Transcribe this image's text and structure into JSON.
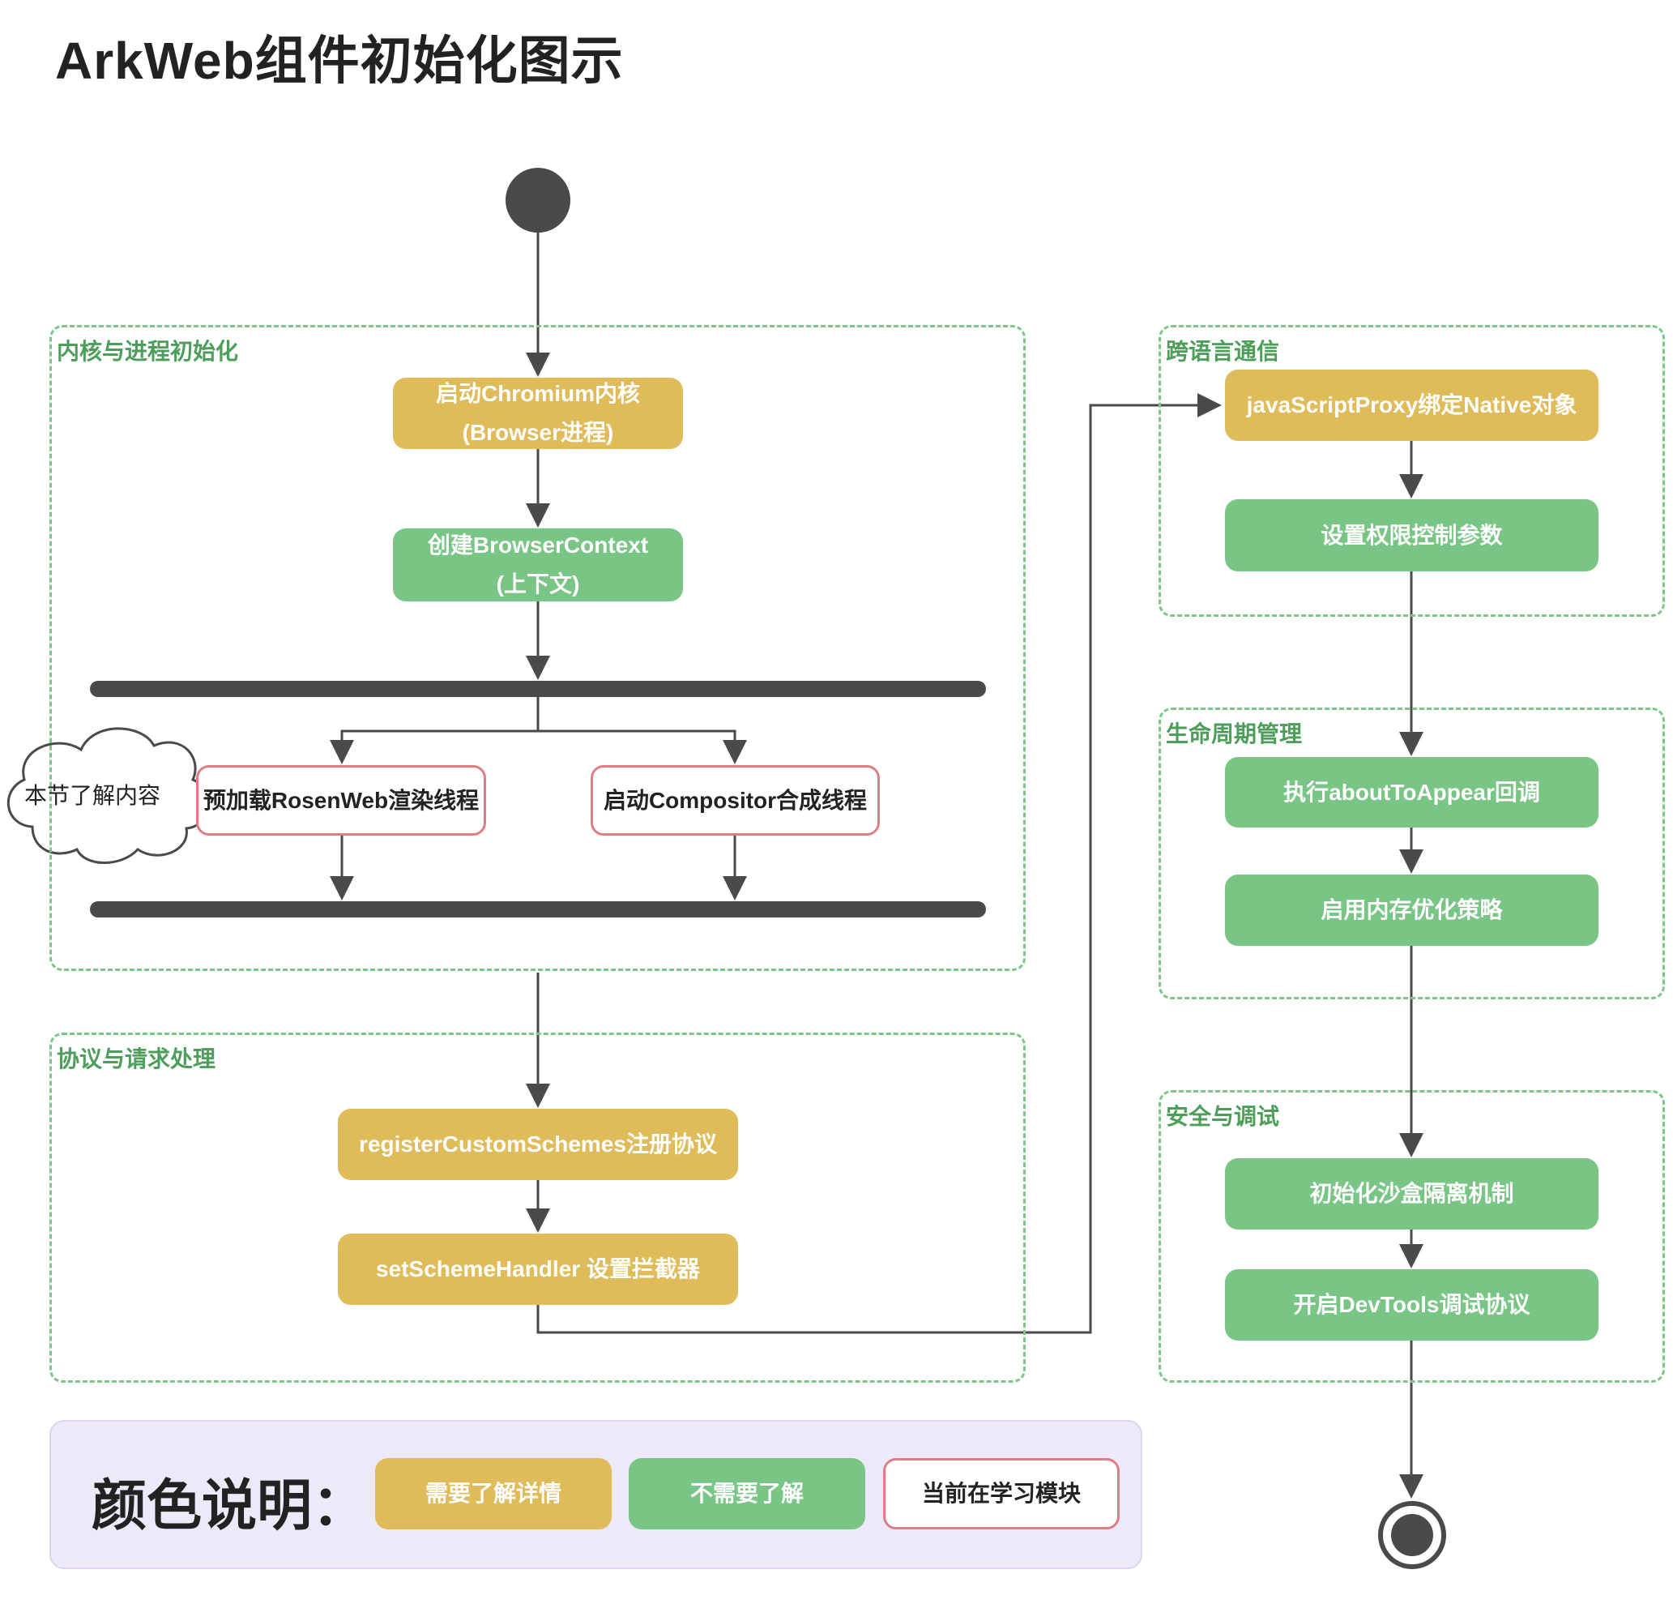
{
  "title": "ArkWeb组件初始化图示",
  "groups": {
    "kernel": "内核与进程初始化",
    "protocol": "协议与请求处理",
    "crosslang": "跨语言通信",
    "lifecycle": "生命周期管理",
    "security": "安全与调试"
  },
  "nodes": {
    "start_chromium_l1": "启动Chromium内核",
    "start_chromium_l2": "(Browser进程)",
    "create_context_l1": "创建BrowserContext",
    "create_context_l2": "(上下文)",
    "preload_rosenweb": "预加载RosenWeb渲染线程",
    "start_compositor": "启动Compositor合成线程",
    "register_schemes": "registerCustomSchemes注册协议",
    "set_scheme_handler": "setSchemeHandler 设置拦截器",
    "js_proxy": "javaScriptProxy绑定Native对象",
    "set_permissions": "设置权限控制参数",
    "about_to_appear": "执行aboutToAppear回调",
    "memory_opt": "启用内存优化策略",
    "sandbox": "初始化沙盒隔离机制",
    "devtools": "开启DevTools调试协议"
  },
  "cloud_note": "本节了解内容",
  "legend": {
    "title": "颜色说明：",
    "items": [
      {
        "label": "需要了解详情",
        "color": "#e0bb5a"
      },
      {
        "label": "不需要了解",
        "color": "#78c585"
      },
      {
        "label": "当前在学习模块",
        "color": "#e07c84"
      }
    ]
  },
  "colors": {
    "need_detail": "#e0bb5a",
    "no_need": "#78c585",
    "current_border": "#e07c84",
    "group_border": "#7cc68a",
    "line": "#4a4a4a"
  }
}
